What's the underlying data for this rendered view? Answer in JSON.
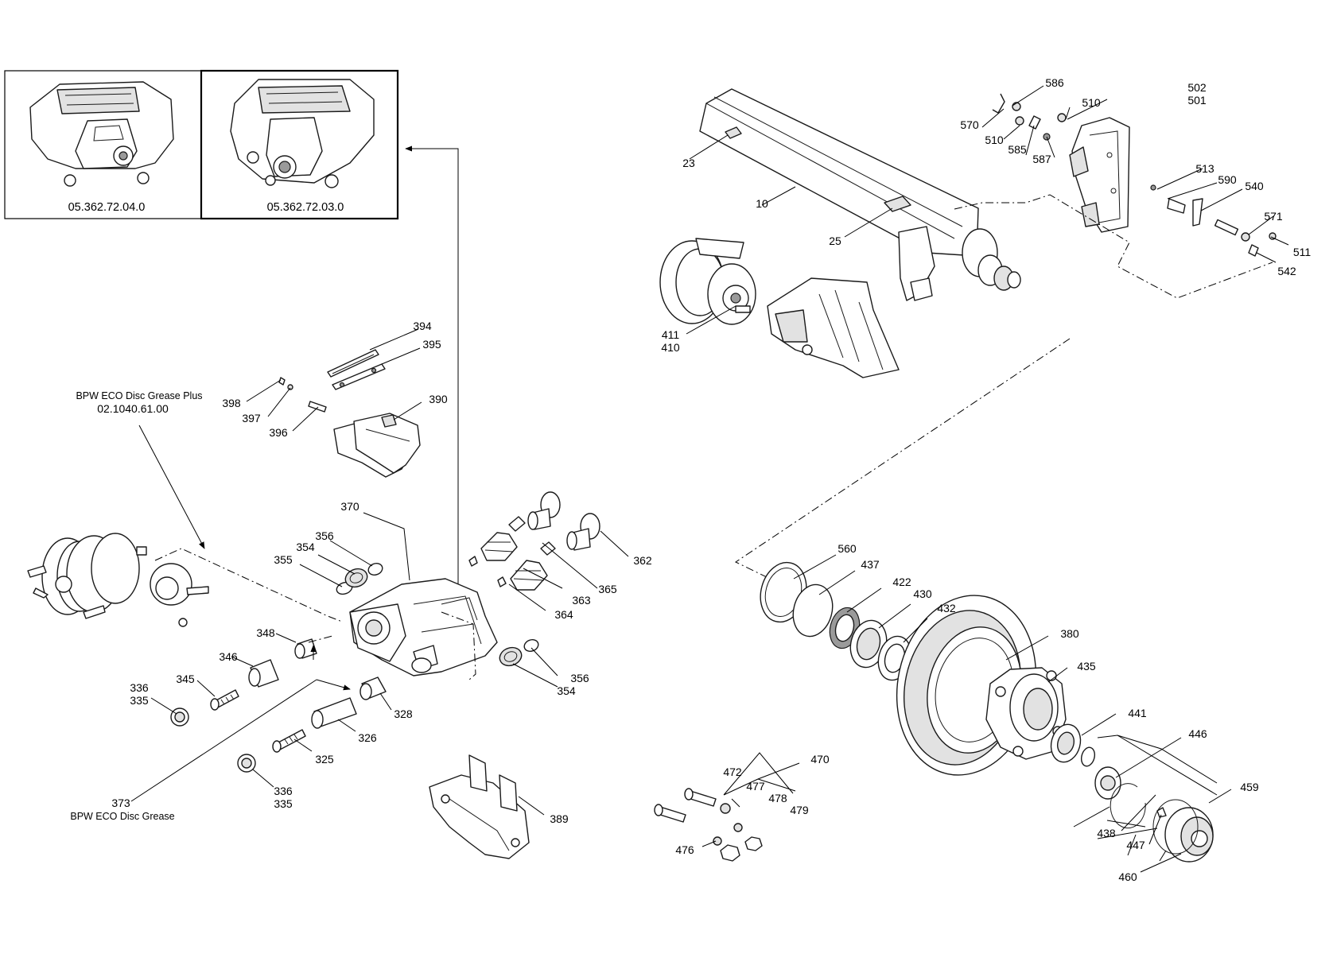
{
  "insets": [
    {
      "part_no": "05.362.72.04.0"
    },
    {
      "part_no": "05.362.72.03.0"
    }
  ],
  "notes": {
    "grease_plus_name": "BPW ECO Disc Grease Plus",
    "grease_plus_no": "02.1040.61.00",
    "grease_ref": "373",
    "grease_name": "BPW ECO Disc Grease"
  },
  "callouts": {
    "c586": "586",
    "c502": "502",
    "c501": "501",
    "c510a": "510",
    "c570": "570",
    "c510b": "510",
    "c585": "585",
    "c587": "587",
    "c23": "23",
    "c10": "10",
    "c513": "513",
    "c590": "590",
    "c540": "540",
    "c25": "25",
    "c571": "571",
    "c511": "511",
    "c542": "542",
    "c411": "411",
    "c410": "410",
    "c394": "394",
    "c395": "395",
    "c390": "390",
    "c398": "398",
    "c397": "397",
    "c396": "396",
    "c370": "370",
    "c356a": "356",
    "c354a": "354",
    "c355": "355",
    "c362": "362",
    "c365": "365",
    "c363": "363",
    "c364": "364",
    "c348": "348",
    "c346": "346",
    "c345": "345",
    "c336a": "336",
    "c335a": "335",
    "c356b": "356",
    "c354b": "354",
    "c328": "328",
    "c326": "326",
    "c325": "325",
    "c336b": "336",
    "c335b": "335",
    "c389": "389",
    "c560": "560",
    "c437": "437",
    "c422": "422",
    "c430": "430",
    "c432": "432",
    "c380": "380",
    "c435": "435",
    "c441": "441",
    "c446": "446",
    "c470": "470",
    "c472": "472",
    "c477": "477",
    "c478": "478",
    "c479": "479",
    "c476": "476",
    "c459": "459",
    "c438": "438",
    "c447": "447",
    "c460": "460"
  }
}
